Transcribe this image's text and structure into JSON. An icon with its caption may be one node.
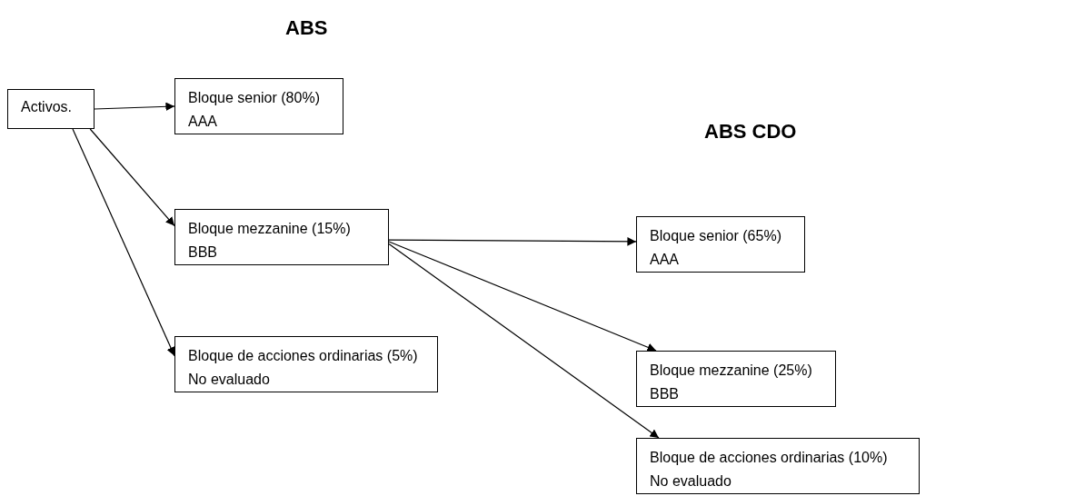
{
  "diagram": {
    "nodes": [
      {
        "text": [
          "Activos."
        ]
      },
      {
        "text": [
          "Bloque senior (80%)",
          "AAA"
        ]
      },
      {
        "text": [
          "Bloque mezzanine (15%)",
          "BBB"
        ]
      },
      {
        "text": [
          "Bloque de acciones ordinarias (5%)",
          "No evaluado"
        ]
      },
      {
        "text": [
          "Bloque senior (65%)",
          "AAA"
        ]
      },
      {
        "text": [
          "Bloque mezzanine (25%)",
          "BBB"
        ]
      },
      {
        "text": [
          "Bloque de acciones ordinarias (10%)",
          "No evaluado"
        ]
      }
    ],
    "edges": [
      {
        "from": 0,
        "to": 1,
        "arrow": "to"
      },
      {
        "from": 0,
        "to": 2,
        "arrow": "to"
      },
      {
        "from": 0,
        "to": 3,
        "arrow": "to"
      },
      {
        "from": 2,
        "to": 4,
        "arrow": "to"
      },
      {
        "from": 2,
        "to": 5,
        "arrow": "to"
      },
      {
        "from": 2,
        "to": 6,
        "arrow": "to"
      }
    ],
    "labels": [
      "ABS",
      "ABS CDO"
    ]
  }
}
